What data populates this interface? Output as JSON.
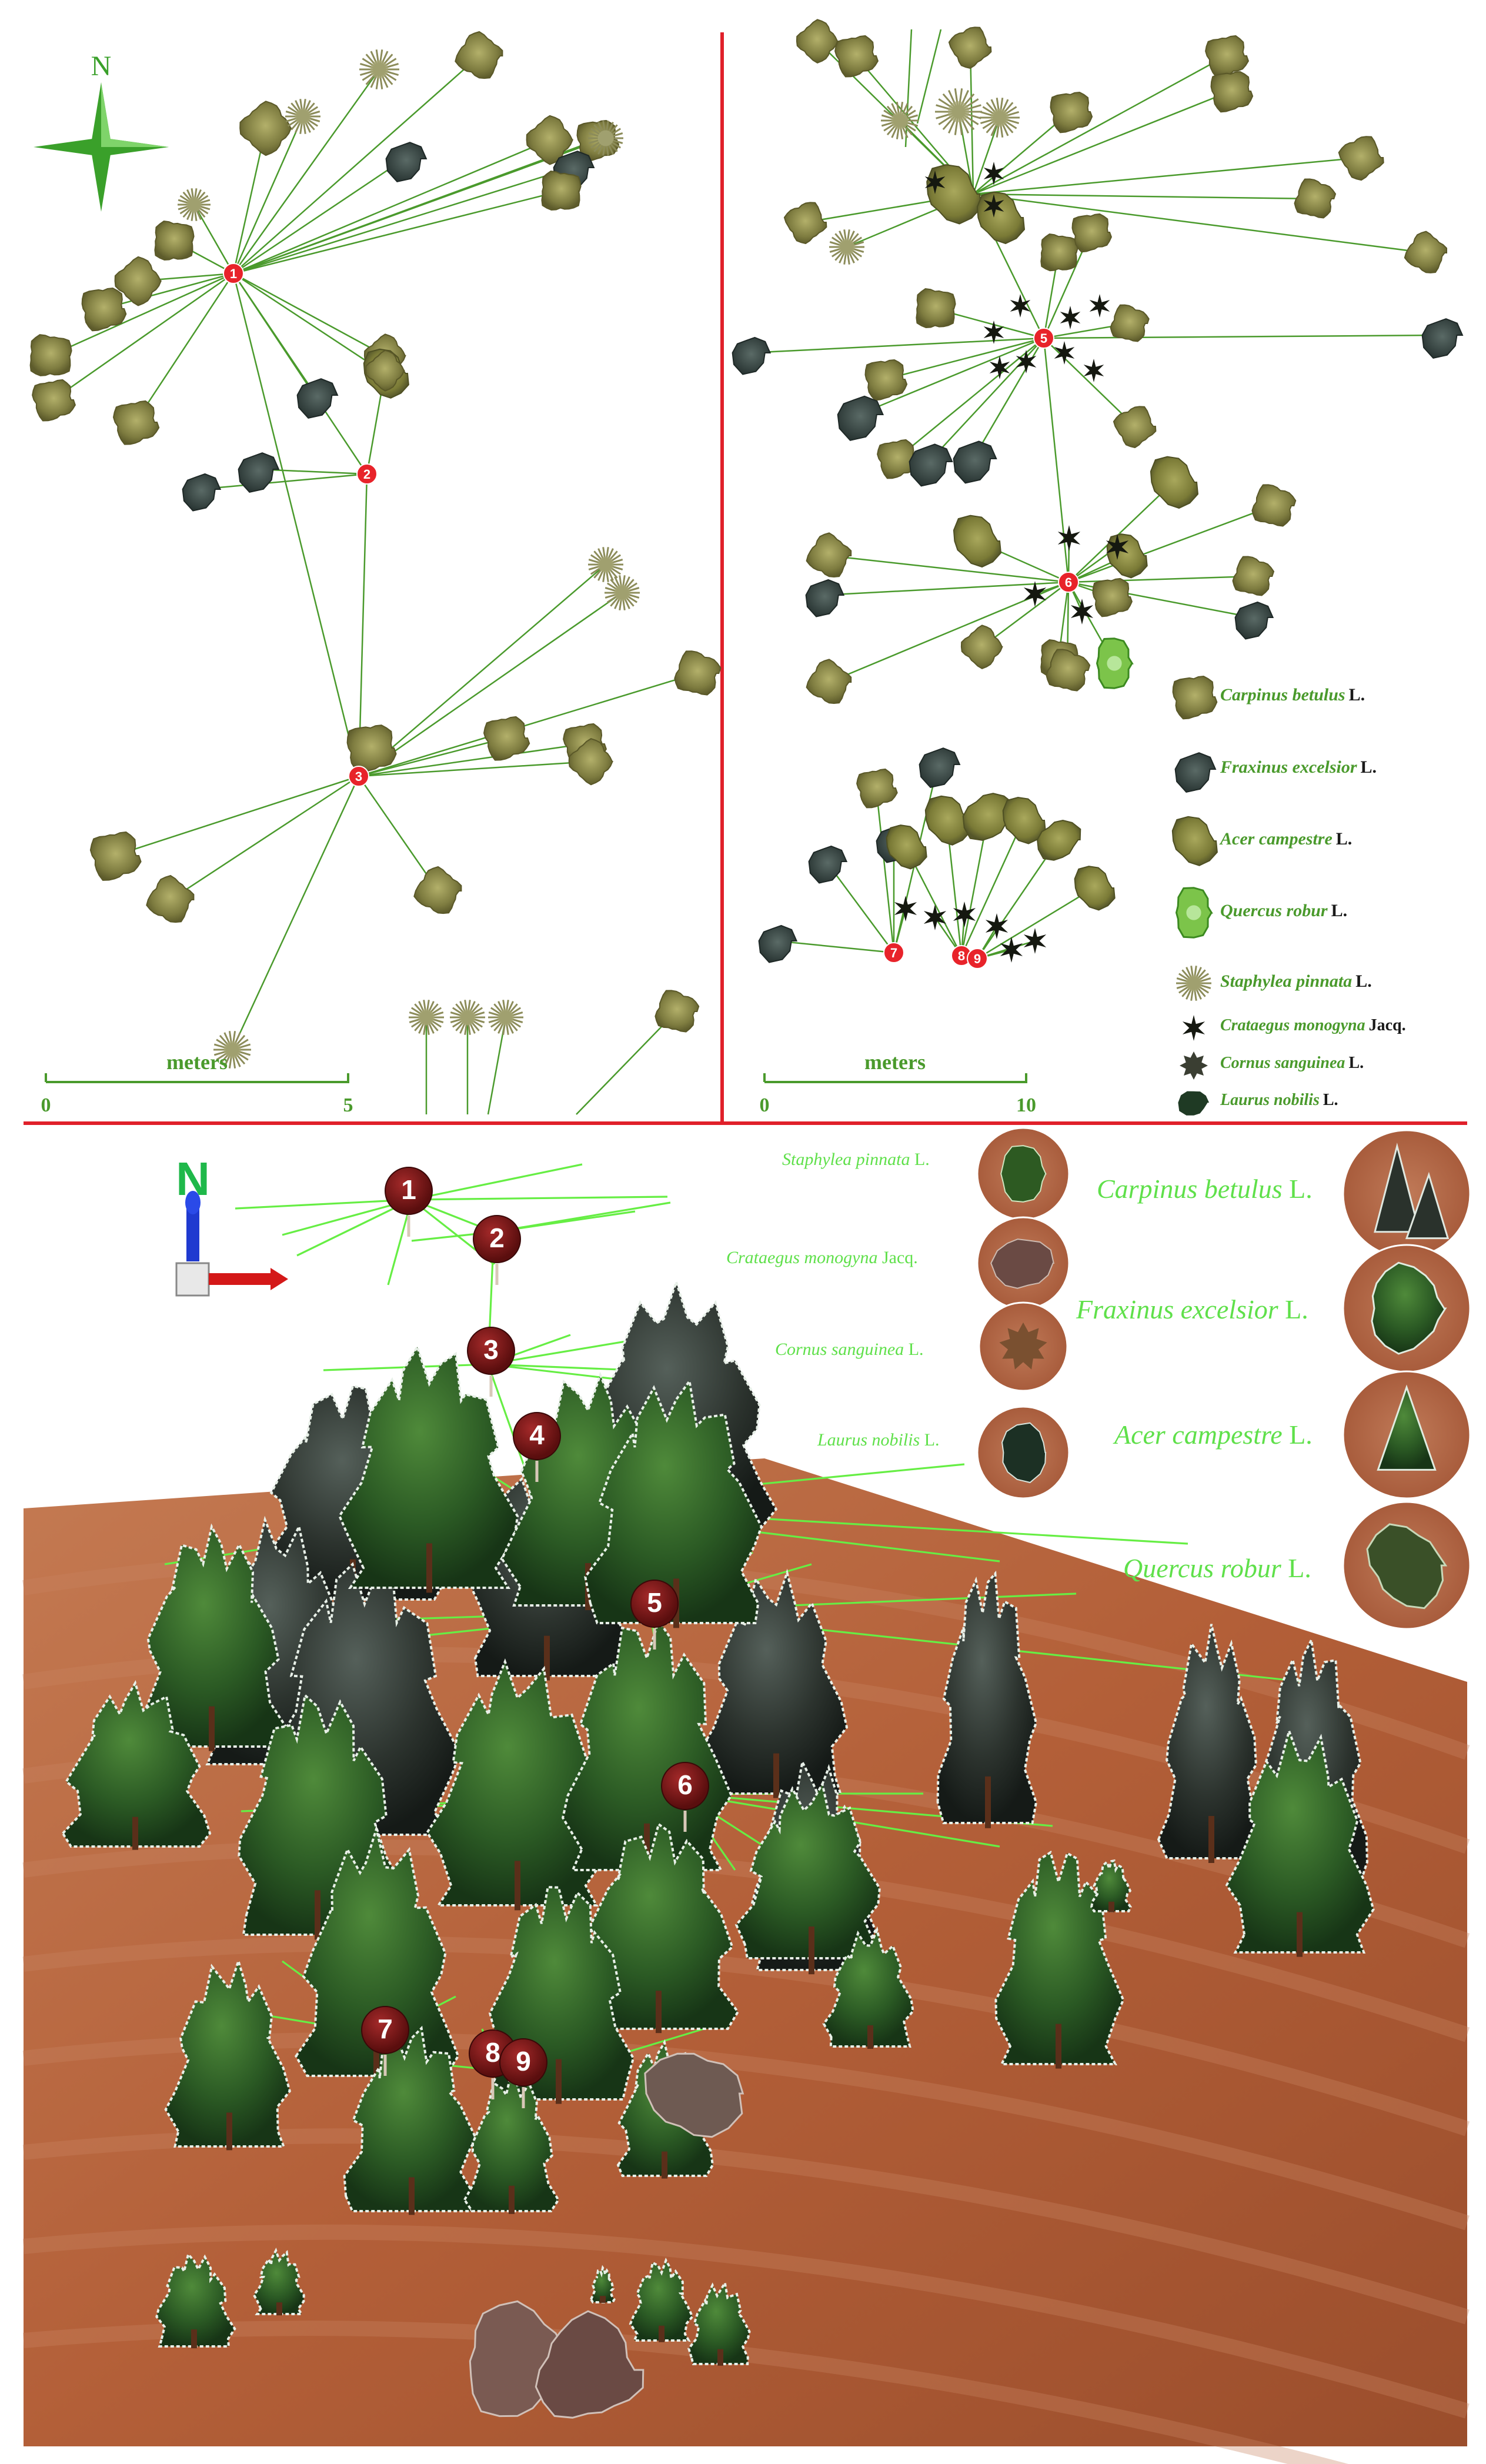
{
  "top_left_panel": {
    "compass_label": "N",
    "scale_label": "meters",
    "scale_ticks": [
      "0",
      "5"
    ],
    "points": [
      "1",
      "2",
      "3"
    ]
  },
  "top_right_panel": {
    "scale_label": "meters",
    "scale_ticks": [
      "0",
      "10"
    ],
    "points": [
      "5",
      "6",
      "7",
      "8",
      "9"
    ]
  },
  "legend": [
    {
      "genus": "Carpinus betulus",
      "author": "L.",
      "icon": "carpinus-icon",
      "color": "#8c8a4e"
    },
    {
      "genus": "Fraxinus excelsior",
      "author": "L.",
      "icon": "fraxinus-icon",
      "color": "#3a4a48"
    },
    {
      "genus": "Acer campestre",
      "author": "L.",
      "icon": "acer-icon",
      "color": "#8a8a44"
    },
    {
      "genus": "Quercus robur",
      "author": "L.",
      "icon": "quercus-icon",
      "color": "#6cbf3c"
    },
    {
      "genus": "Staphylea pinnata",
      "author": "L.",
      "icon": "staphylea-icon",
      "color": "#9a9a6a"
    },
    {
      "genus": "Crataegus monogyna",
      "author": "Jacq.",
      "icon": "crataegus-icon",
      "color": "#1a1d12"
    },
    {
      "genus": "Cornus sanguinea",
      "author": "L.",
      "icon": "cornus-icon",
      "color": "#3a3d32"
    },
    {
      "genus": "Laurus nobilis",
      "author": "L.",
      "icon": "laurus-icon",
      "color": "#243826"
    }
  ],
  "view3d": {
    "axis_label": "N",
    "markers": [
      "1",
      "2",
      "3",
      "4",
      "5",
      "6",
      "7",
      "8",
      "9"
    ],
    "species_small": [
      {
        "genus": "Staphylea pinnata",
        "author": "L."
      },
      {
        "genus": "Crataegus monogyna",
        "author": "Jacq."
      },
      {
        "genus": "Cornus sanguinea",
        "author": "L."
      },
      {
        "genus": "Laurus nobilis",
        "author": "L."
      }
    ],
    "species_large": [
      {
        "genus": "Carpinus betulus",
        "author": "L."
      },
      {
        "genus": "Fraxinus excelsior",
        "author": "L."
      },
      {
        "genus": "Acer campestre",
        "author": "L."
      },
      {
        "genus": "Quercus robur",
        "author": "L."
      }
    ]
  },
  "colors": {
    "divider": "#e0202a",
    "link_2d": "#4a9a2c",
    "link_3d": "#66ee44",
    "marker_2d": "#e8232a",
    "marker_3d": "#7a1616",
    "terrain": "#b5643e"
  }
}
